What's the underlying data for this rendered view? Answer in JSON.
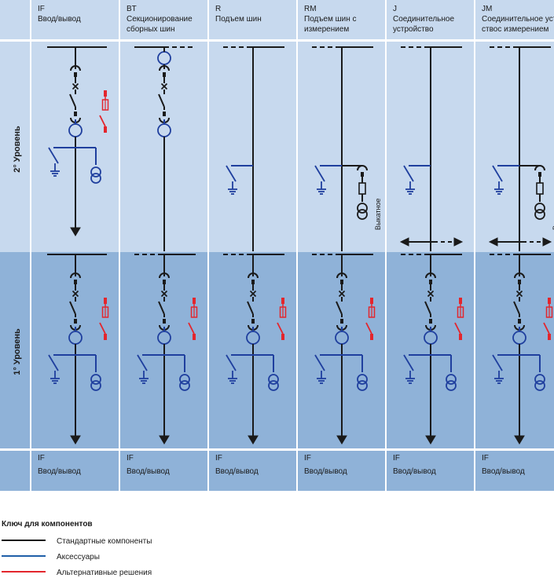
{
  "columns": [
    {
      "code": "IF",
      "line1": "Ввод/вывод",
      "line2": "",
      "footer_code": "IF",
      "footer_name": "Ввод/вывод",
      "top_type": "feeder",
      "note": ""
    },
    {
      "code": "BT",
      "line1": "Секционирование",
      "line2": "сборных шин",
      "footer_code": "IF",
      "footer_name": "Ввод/вывод",
      "top_type": "bus_section",
      "note": ""
    },
    {
      "code": "R",
      "line1": "Подъем шин",
      "line2": "",
      "footer_code": "IF",
      "footer_name": "Ввод/вывод",
      "top_type": "riser",
      "note": ""
    },
    {
      "code": "RM",
      "line1": "Подъем шин с",
      "line2": "измерением",
      "footer_code": "IF",
      "footer_name": "Ввод/вывод",
      "top_type": "riser_meter",
      "note": "Выкатное"
    },
    {
      "code": "J",
      "line1": "Соединительное",
      "line2": "устройство",
      "footer_code": "IF",
      "footer_name": "Ввод/вывод",
      "top_type": "coupler",
      "note": ""
    },
    {
      "code": "JM",
      "line1": "Соединительное устрой",
      "line2": "ствос измерением",
      "footer_code": "IF",
      "footer_name": "Ввод/вывод",
      "top_type": "coupler_meter",
      "note": "Выкатное"
    }
  ],
  "levels": {
    "upper": "2° Уровень",
    "lower": "1° Уровень"
  },
  "legend": {
    "title": "Ключ для компонентов",
    "items": [
      {
        "label": "Стандартные компоненты",
        "color": "#1a1a1a"
      },
      {
        "label": "Аксессуары",
        "color": "#1f5fa8"
      },
      {
        "label": "Альтернативные решения",
        "color": "#e3262d"
      }
    ]
  },
  "colors": {
    "header_bg": "#c7d9ee",
    "upper_bg": "#c7d9ee",
    "lower_bg": "#8fb2d8",
    "footer_bg": "#8fb2d8",
    "standard": "#1a1a1a",
    "accessory": "#1f3f9e",
    "alternative": "#e3262d"
  }
}
